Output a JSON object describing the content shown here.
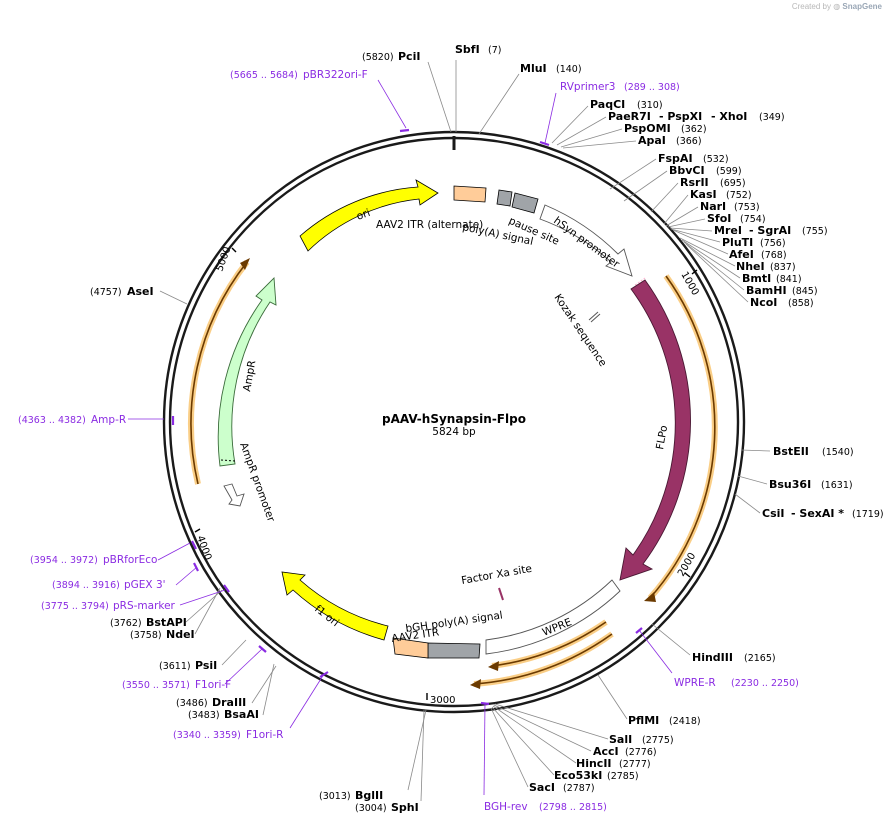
{
  "watermark": {
    "created_by": "Created by",
    "brand": "SnapGene"
  },
  "plasmid": {
    "name": "pAAV-hSynapsin-Flpo",
    "length_label": "5824 bp"
  },
  "ticks": [
    "1000",
    "2000",
    "3000",
    "4000",
    "5000"
  ],
  "features": {
    "ori": "ori",
    "itr_alt": "AAV2 ITR (alternate)",
    "polya_signal": "poly(A) signal",
    "pause_site": "pause site",
    "hsyn_promoter": "hSyn promoter",
    "kozak": "Kozak sequence",
    "flpo": "FLPo",
    "wpre": "WPRE",
    "factor_xa": "Factor Xa site",
    "bgh_polya": "bGH poly(A) signal",
    "itr": "AAV2 ITR",
    "f1ori": "f1 ori",
    "ampr": "AmpR",
    "ampr_promoter": "AmpR promoter"
  },
  "sites": {
    "pcii": {
      "name": "PciI",
      "pos": "(5820)"
    },
    "sbfi": {
      "name": "SbfI",
      "pos": "(7)"
    },
    "mlui": {
      "name": "MluI",
      "pos": "(140)"
    },
    "paqci": {
      "name": "PaqCI",
      "pos": "(310)"
    },
    "paer7i": {
      "name": "PaeR7I",
      "pos": ""
    },
    "pspxi": {
      "name": "- PspXI",
      "pos": ""
    },
    "xhoi": {
      "name": "- XhoI",
      "pos": "(349)"
    },
    "pspomi": {
      "name": "PspOMI",
      "pos": "(362)"
    },
    "apai": {
      "name": "ApaI",
      "pos": "(366)"
    },
    "fspai": {
      "name": "FspAI",
      "pos": "(532)"
    },
    "bbvci": {
      "name": "BbvCI",
      "pos": "(599)"
    },
    "rsrii": {
      "name": "RsrII",
      "pos": "(695)"
    },
    "kasi": {
      "name": "KasI",
      "pos": "(752)"
    },
    "nari": {
      "name": "NarI",
      "pos": "(753)"
    },
    "sfoi": {
      "name": "SfoI",
      "pos": "(754)"
    },
    "mrei": {
      "name": "MreI",
      "pos": ""
    },
    "sgrai": {
      "name": "- SgrAI",
      "pos": "(755)"
    },
    "plutii": {
      "name": "PluTI",
      "pos": "(756)"
    },
    "afei": {
      "name": "AfeI",
      "pos": "(768)"
    },
    "nhei": {
      "name": "NheI",
      "pos": "(837)"
    },
    "bmti": {
      "name": "BmtI",
      "pos": "(841)"
    },
    "bamhi": {
      "name": "BamHI",
      "pos": "(845)"
    },
    "ncoi": {
      "name": "NcoI",
      "pos": "(858)"
    },
    "bsteii": {
      "name": "BstEII",
      "pos": "(1540)"
    },
    "bsu36i": {
      "name": "Bsu36I",
      "pos": "(1631)"
    },
    "csii": {
      "name": "CsiI",
      "pos": ""
    },
    "sexai": {
      "name": "- SexAI *",
      "pos": "(1719)"
    },
    "hindiii": {
      "name": "HindIII",
      "pos": "(2165)"
    },
    "pflmi": {
      "name": "PflMI",
      "pos": "(2418)"
    },
    "sali": {
      "name": "SalI",
      "pos": "(2775)"
    },
    "acci": {
      "name": "AccI",
      "pos": "(2776)"
    },
    "hincii": {
      "name": "HincII",
      "pos": "(2777)"
    },
    "eco53ki": {
      "name": "Eco53kI",
      "pos": "(2785)"
    },
    "saci": {
      "name": "SacI",
      "pos": "(2787)"
    },
    "bglii": {
      "name": "BglII",
      "pos": "(3013)"
    },
    "sphi": {
      "name": "SphI",
      "pos": "(3004)"
    },
    "drai": {
      "name": "DraIII",
      "pos": "(3486)"
    },
    "bsaai": {
      "name": "BsaAI",
      "pos": "(3483)"
    },
    "psii": {
      "name": "PsiI",
      "pos": "(3611)"
    },
    "bstapi": {
      "name": "BstAPI",
      "pos": "(3762)"
    },
    "ndei": {
      "name": "NdeI",
      "pos": "(3758)"
    },
    "asei": {
      "name": "AseI",
      "pos": "(4757)"
    }
  },
  "primers": {
    "pbr322ori": {
      "name": "pBR322ori-F",
      "range": "(5665 .. 5684)"
    },
    "rvprimer3": {
      "name": "RVprimer3",
      "range": "(289 .. 308)"
    },
    "ampr": {
      "name": "Amp-R",
      "range": "(4363 .. 4382)"
    },
    "pbrforeco": {
      "name": "pBRforEco",
      "range": "(3954 .. 3972)"
    },
    "pgex3": {
      "name": "pGEX 3'",
      "range": "(3894 .. 3916)"
    },
    "prsmarker": {
      "name": "pRS-marker",
      "range": "(3775 .. 3794)"
    },
    "f1orif": {
      "name": "F1ori-F",
      "range": "(3550 .. 3571)"
    },
    "f1orir": {
      "name": "F1ori-R",
      "range": "(3340 .. 3359)"
    },
    "wprer": {
      "name": "WPRE-R",
      "range": "(2230 .. 2250)"
    },
    "bghrev": {
      "name": "BGH-rev",
      "range": "(2798 .. 2815)"
    }
  },
  "colors": {
    "backbone": "#1a1a1a",
    "ori": "#ffff00",
    "itr": "#ffcc99",
    "polya": "#a0a4a8",
    "flpo": "#993366",
    "ampr": "#ccffcc",
    "orf": "#f5a623",
    "primer": "#8a2be2",
    "leader": "#8a8a8a"
  }
}
